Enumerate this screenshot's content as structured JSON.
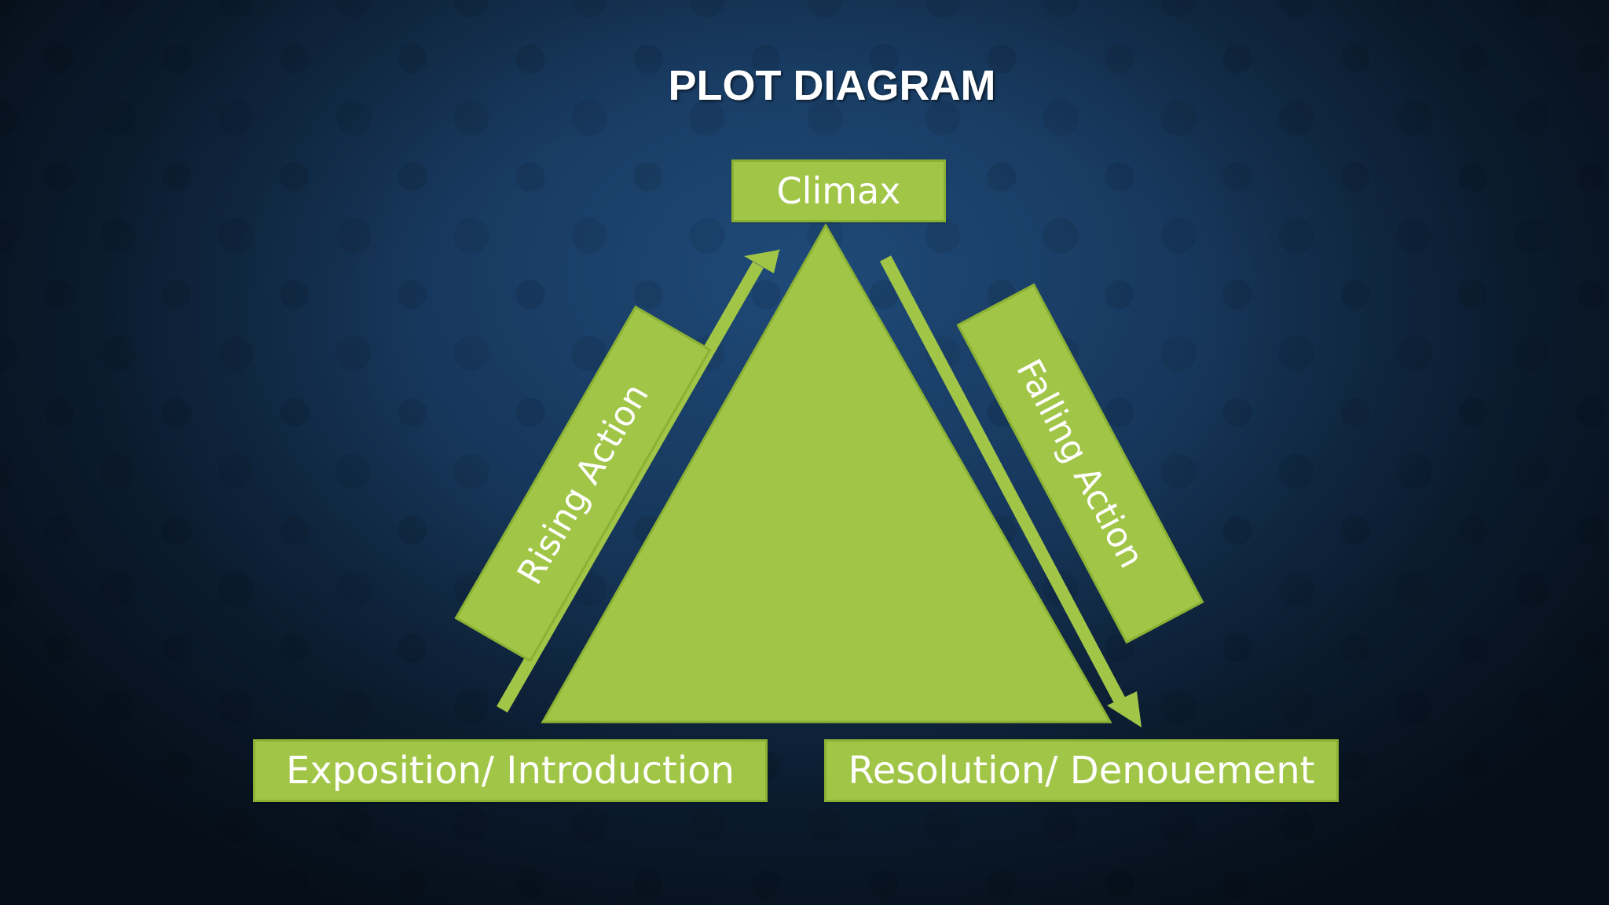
{
  "title": "PLOT DIAGRAM",
  "labels": {
    "climax": "Climax",
    "rising_action": "Rising Action",
    "falling_action": "Falling Action",
    "exposition": "Exposition/ Introduction",
    "resolution": "Resolution/ Denouement"
  },
  "colors": {
    "background": "#17385d",
    "shape_fill": "#a1c547",
    "shape_border": "#8bb134",
    "text": "#ffffff"
  }
}
